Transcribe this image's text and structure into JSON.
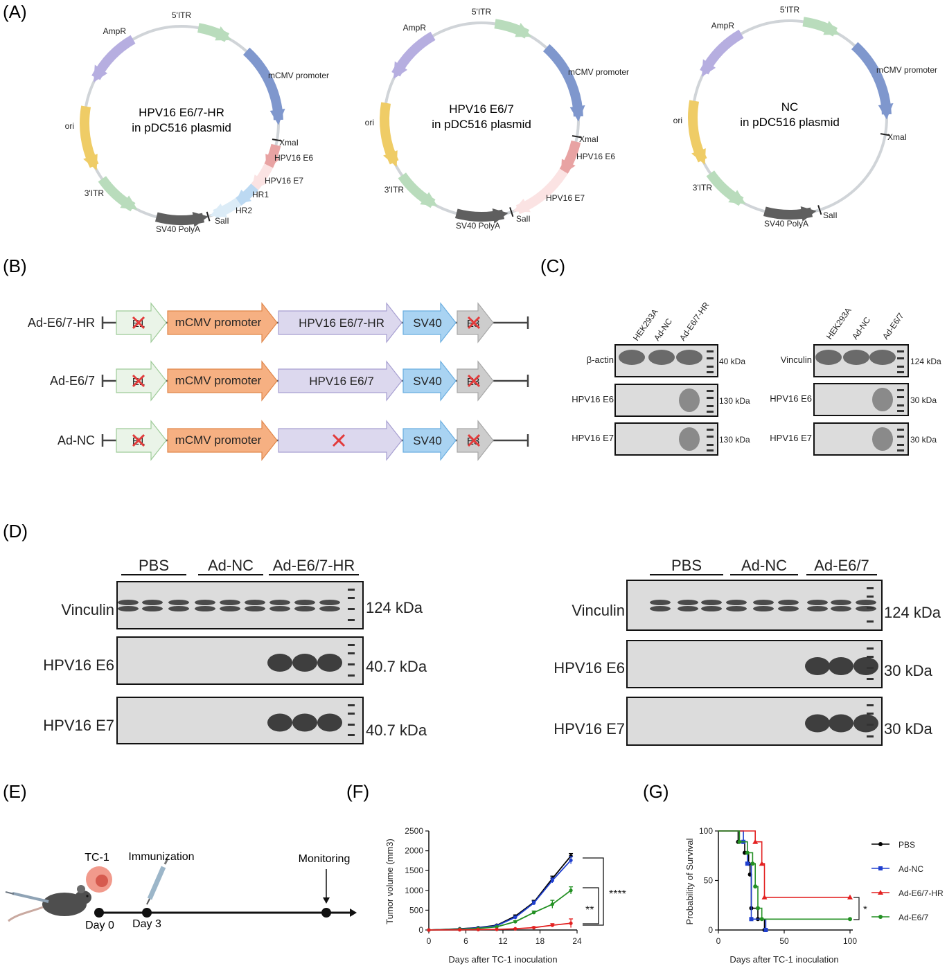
{
  "panels": {
    "a": "(A)",
    "b": "(B)",
    "c": "(C)",
    "d": "(D)",
    "e": "(E)",
    "f": "(F)",
    "g": "(G)"
  },
  "colors": {
    "itr_green": "#b9dcbc",
    "ampr_purple": "#b6aee0",
    "ori_yellow": "#efcc66",
    "cmv_blue": "#7f97cd",
    "e6_red": "#e8a3a3",
    "e7_pink": "#fbe3e3",
    "hr_blue": "#bcd9f2",
    "polya_gray": "#5f5f5f",
    "backbone": "#d0d4d8",
    "box_orange": "#f6b082",
    "box_lavender": "#dcd8ee",
    "box_blue": "#a9d3f2",
    "box_gray": "#cdcdcd",
    "box_green": "#eaf4e8",
    "cross_red": "#e23b3b",
    "pbs": "#000000",
    "adnc": "#1f3fcf",
    "ad_e67hr": "#e32121",
    "ad_e67": "#239023"
  },
  "plasmids": [
    {
      "title1": "HPV16 E6/7-HR",
      "title2": "in pDC516 plasmid",
      "labels": {
        "itr5": "5'ITR",
        "ampr": "AmpR",
        "cmv": "mCMV promoter",
        "ori": "ori",
        "itr3": "3'ITR",
        "xmai": "XmaI",
        "e6": "HPV16 E6",
        "e7": "HPV16 E7",
        "hr1": "HR1",
        "hr2": "HR2",
        "sali": "SalI",
        "polya": "SV40 PolyA"
      }
    },
    {
      "title1": "HPV16 E6/7",
      "title2": "in pDC516 plasmid",
      "labels": {
        "itr5": "5'ITR",
        "ampr": "AmpR",
        "cmv": "mCMV promoter",
        "ori": "ori",
        "itr3": "3'ITR",
        "xmai": "XmaI",
        "e6": "HPV16 E6",
        "e7": "HPV16 E7",
        "sali": "SalI",
        "polya": "SV40 PolyA"
      }
    },
    {
      "title1": "NC",
      "title2": "in pDC516 plasmid",
      "labels": {
        "itr5": "5'ITR",
        "ampr": "AmpR",
        "cmv": "mCMV promoter",
        "ori": "ori",
        "itr3": "3'ITR",
        "xmai": "XmaI",
        "sali": "SalI",
        "polya": "SV40 PolyA"
      }
    }
  ],
  "constructs": [
    {
      "name": "Ad-E6/7-HR",
      "e1": "E1",
      "promoter": "mCMV promoter",
      "insert": "HPV16 E6/7-HR",
      "sv40": "SV40",
      "e3": "E3"
    },
    {
      "name": "Ad-E6/7",
      "e1": "E1",
      "promoter": "mCMV promoter",
      "insert": "HPV16 E6/7",
      "sv40": "SV40",
      "e3": "E3"
    },
    {
      "name": "Ad-NC",
      "e1": "E1",
      "promoter": "mCMV promoter",
      "insert": "",
      "sv40": "SV40",
      "e3": "E3"
    }
  ],
  "blot_c": {
    "left": {
      "lanes": [
        "HEK293A",
        "Ad-NC",
        "Ad-E6/7-HR"
      ],
      "rows": [
        {
          "label": "β-actin",
          "kda": "40 kDa"
        },
        {
          "label": "HPV16 E6",
          "kda": "130 kDa"
        },
        {
          "label": "HPV16 E7",
          "kda": "130 kDa"
        }
      ]
    },
    "right": {
      "lanes": [
        "HEK293A",
        "Ad-NC",
        "Ad-E6/7"
      ],
      "rows": [
        {
          "label": "Vinculin",
          "kda": "124 kDa"
        },
        {
          "label": "HPV16 E6",
          "kda": "30 kDa"
        },
        {
          "label": "HPV16 E7",
          "kda": "30 kDa"
        }
      ]
    }
  },
  "blot_d": {
    "left": {
      "groups": [
        "PBS",
        "Ad-NC",
        "Ad-E6/7-HR"
      ],
      "rows": [
        {
          "label": "Vinculin",
          "kda": "124 kDa"
        },
        {
          "label": "HPV16 E6",
          "kda": "40.7 kDa"
        },
        {
          "label": "HPV16 E7",
          "kda": "40.7 kDa"
        }
      ]
    },
    "right": {
      "groups": [
        "PBS",
        "Ad-NC",
        "Ad-E6/7"
      ],
      "rows": [
        {
          "label": "Vinculin",
          "kda": "124 kDa"
        },
        {
          "label": "HPV16 E6",
          "kda": "30 kDa"
        },
        {
          "label": "HPV16 E7",
          "kda": "30 kDa"
        }
      ]
    }
  },
  "timeline": {
    "tc1": "TC-1",
    "immunization": "Immunization",
    "monitoring": "Monitoring",
    "day0": "Day 0",
    "day3": "Day 3"
  },
  "chart_data": [
    {
      "type": "line",
      "xlabel": "Days after TC-1 inoculation",
      "ylabel": "Tumor volume (mm3)",
      "xlim": [
        0,
        24
      ],
      "ylim": [
        0,
        2500
      ],
      "xticks": [
        0,
        6,
        12,
        18,
        24
      ],
      "yticks": [
        0,
        500,
        1000,
        1500,
        2000,
        2500
      ],
      "x": [
        0,
        5,
        8,
        11,
        14,
        17,
        20,
        23
      ],
      "series": [
        {
          "name": "PBS",
          "values": [
            0,
            30,
            60,
            120,
            350,
            700,
            1300,
            1870
          ],
          "err": [
            0,
            5,
            10,
            15,
            30,
            50,
            60,
            60
          ]
        },
        {
          "name": "Ad-NC",
          "values": [
            0,
            25,
            55,
            110,
            320,
            680,
            1250,
            1760
          ],
          "err": [
            0,
            5,
            10,
            15,
            30,
            50,
            60,
            90
          ]
        },
        {
          "name": "Ad-E6/7",
          "values": [
            0,
            20,
            40,
            80,
            210,
            440,
            650,
            1000
          ],
          "err": [
            0,
            5,
            8,
            12,
            25,
            40,
            100,
            90
          ]
        },
        {
          "name": "Ad-E6/7-HR",
          "values": [
            0,
            5,
            10,
            15,
            30,
            60,
            120,
            170
          ],
          "err": [
            0,
            2,
            3,
            5,
            10,
            20,
            40,
            110
          ]
        }
      ],
      "annotations": [
        "****",
        "**"
      ]
    },
    {
      "type": "line",
      "xlabel": "Days after TC-1 inoculation",
      "ylabel": "Probability of Survival",
      "xlim": [
        0,
        100
      ],
      "ylim": [
        0,
        100
      ],
      "xticks": [
        0,
        50,
        100
      ],
      "yticks": [
        0,
        50,
        100
      ],
      "series": [
        {
          "name": "PBS",
          "steps": [
            [
              0,
              100
            ],
            [
              15,
              100
            ],
            [
              15,
              89
            ],
            [
              20,
              89
            ],
            [
              20,
              78
            ],
            [
              23,
              78
            ],
            [
              23,
              67
            ],
            [
              24,
              67
            ],
            [
              24,
              56
            ],
            [
              25,
              56
            ],
            [
              25,
              22
            ],
            [
              30,
              22
            ],
            [
              30,
              11
            ],
            [
              35,
              11
            ],
            [
              35,
              0
            ]
          ]
        },
        {
          "name": "Ad-NC",
          "steps": [
            [
              0,
              100
            ],
            [
              19,
              100
            ],
            [
              19,
              89
            ],
            [
              22,
              89
            ],
            [
              22,
              67
            ],
            [
              25,
              67
            ],
            [
              25,
              11
            ],
            [
              36,
              11
            ],
            [
              36,
              0
            ]
          ]
        },
        {
          "name": "Ad-E6/7-HR",
          "steps": [
            [
              0,
              100
            ],
            [
              28,
              100
            ],
            [
              28,
              89
            ],
            [
              33,
              89
            ],
            [
              33,
              67
            ],
            [
              35,
              67
            ],
            [
              35,
              33
            ],
            [
              100,
              33
            ]
          ]
        },
        {
          "name": "Ad-E6/7",
          "steps": [
            [
              0,
              100
            ],
            [
              16,
              100
            ],
            [
              16,
              89
            ],
            [
              22,
              89
            ],
            [
              22,
              78
            ],
            [
              26,
              78
            ],
            [
              26,
              67
            ],
            [
              28,
              67
            ],
            [
              28,
              44
            ],
            [
              30,
              44
            ],
            [
              30,
              22
            ],
            [
              33,
              22
            ],
            [
              33,
              11
            ],
            [
              100,
              11
            ]
          ]
        }
      ],
      "annotation": "*"
    }
  ]
}
